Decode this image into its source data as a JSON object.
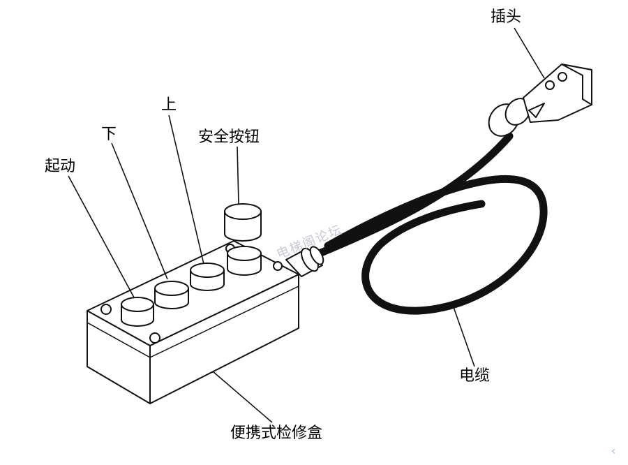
{
  "labels": {
    "start": "起动",
    "down": "下",
    "up": "上",
    "safety_button": "安全按钮",
    "plug": "插头",
    "cable": "电缆",
    "box": "便携式检修盒"
  },
  "watermark": "电梯阁论坛",
  "corner_glyph": "‹"
}
